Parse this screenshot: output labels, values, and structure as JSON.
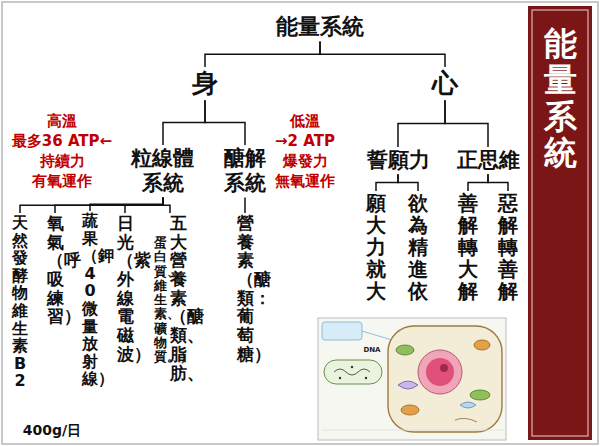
{
  "diagram": {
    "title": "能量系統",
    "nodes": [
      {
        "text": [
          "能量系統"
        ]
      },
      {
        "text": [
          "身"
        ]
      },
      {
        "text": [
          "心"
        ]
      },
      {
        "text": [
          "粒線體系統"
        ]
      },
      {
        "text": [
          "醣解系統"
        ]
      },
      {
        "text": [
          "誓願力"
        ]
      },
      {
        "text": [
          "正思維"
        ]
      },
      {
        "text": [
          "天然發酵物維生素B2"
        ]
      },
      {
        "text": [
          "氧氣（呼吸練習）"
        ]
      },
      {
        "text": [
          "蔬果（鉀40微量放射線）"
        ]
      },
      {
        "text": [
          "日光（紫外線電磁波）"
        ]
      },
      {
        "text": [
          "五大營養素（醣類、脂肪、",
          "蛋白質、維生素、礦物質。）"
        ]
      },
      {
        "text": [
          "營養素（醣類：葡萄糖）"
        ]
      },
      {
        "text": [
          "願大力就大"
        ]
      },
      {
        "text": [
          "欲為精進依"
        ]
      },
      {
        "text": [
          "善解轉大解"
        ]
      },
      {
        "text": [
          "惡解轉善解"
        ]
      }
    ],
    "edges": [
      {
        "from": 0,
        "to": 1,
        "arrow": "none"
      },
      {
        "from": 0,
        "to": 2,
        "arrow": "none"
      },
      {
        "from": 1,
        "to": 3,
        "arrow": "none"
      },
      {
        "from": 1,
        "to": 4,
        "arrow": "none"
      },
      {
        "from": 2,
        "to": 5,
        "arrow": "none"
      },
      {
        "from": 2,
        "to": 6,
        "arrow": "none"
      },
      {
        "from": 3,
        "to": 7,
        "arrow": "none"
      },
      {
        "from": 3,
        "to": 8,
        "arrow": "none"
      },
      {
        "from": 3,
        "to": 9,
        "arrow": "none"
      },
      {
        "from": 3,
        "to": 10,
        "arrow": "none"
      },
      {
        "from": 3,
        "to": 11,
        "arrow": "none"
      },
      {
        "from": 4,
        "to": 12,
        "arrow": "none"
      },
      {
        "from": 5,
        "to": 13,
        "arrow": "none"
      },
      {
        "from": 5,
        "to": 14,
        "arrow": "none"
      },
      {
        "from": 6,
        "to": 15,
        "arrow": "none"
      },
      {
        "from": 6,
        "to": 16,
        "arrow": "none"
      }
    ],
    "labels": [
      "高溫",
      "最多36 ATP←",
      "持續力",
      "有氧運作",
      "低溫",
      "→2 ATP",
      "爆發力",
      "無氧運作",
      "400g/日",
      "DNA"
    ]
  }
}
